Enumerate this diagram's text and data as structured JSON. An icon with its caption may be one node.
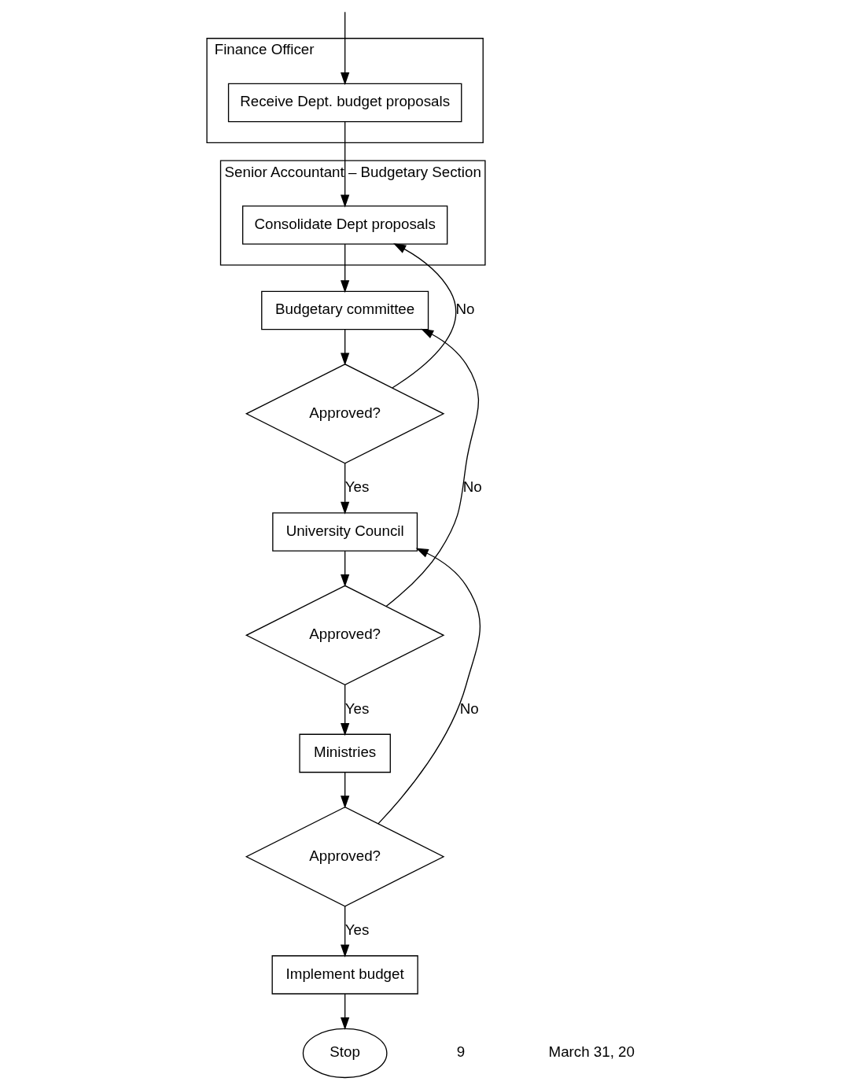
{
  "diagram": {
    "nodes": [
      {
        "text": [
          "Finance Officer"
        ]
      },
      {
        "text": [
          "Receive Dept. budget proposals"
        ],
        "in": 0
      },
      {
        "text": [
          "Senior Accountant – Budgetary Section"
        ]
      },
      {
        "text": [
          "Consolidate Dept proposals"
        ],
        "in": 2
      },
      {
        "text": [
          "Budgetary committee"
        ]
      },
      {
        "text": [
          "Approved?"
        ]
      },
      {
        "text": [
          "University Council"
        ]
      },
      {
        "text": [
          "Approved?"
        ]
      },
      {
        "text": [
          "Ministries"
        ]
      },
      {
        "text": [
          "Approved?"
        ]
      },
      {
        "text": [
          "Implement budget"
        ]
      },
      {
        "text": [
          "Stop"
        ]
      }
    ],
    "edges": [
      {
        "from": null,
        "to": 1,
        "arrow": "to"
      },
      {
        "from": 1,
        "to": 3,
        "arrow": "to"
      },
      {
        "from": 3,
        "to": 4,
        "arrow": "to"
      },
      {
        "from": 4,
        "to": 5,
        "arrow": "to"
      },
      {
        "from": 5,
        "to": 3,
        "arrow": "to",
        "label": "No"
      },
      {
        "from": 5,
        "to": 6,
        "arrow": "to",
        "label": "Yes"
      },
      {
        "from": 6,
        "to": 7,
        "arrow": "to"
      },
      {
        "from": 7,
        "to": 4,
        "arrow": "to",
        "label": "No"
      },
      {
        "from": 7,
        "to": 8,
        "arrow": "to",
        "label": "Yes"
      },
      {
        "from": 8,
        "to": 9,
        "arrow": "to"
      },
      {
        "from": 9,
        "to": 6,
        "arrow": "to",
        "label": "No"
      },
      {
        "from": 9,
        "to": 10,
        "arrow": "to",
        "label": "Yes"
      },
      {
        "from": 10,
        "to": 11,
        "arrow": "to"
      }
    ],
    "labels": [
      "9",
      "March 31, 20"
    ]
  }
}
